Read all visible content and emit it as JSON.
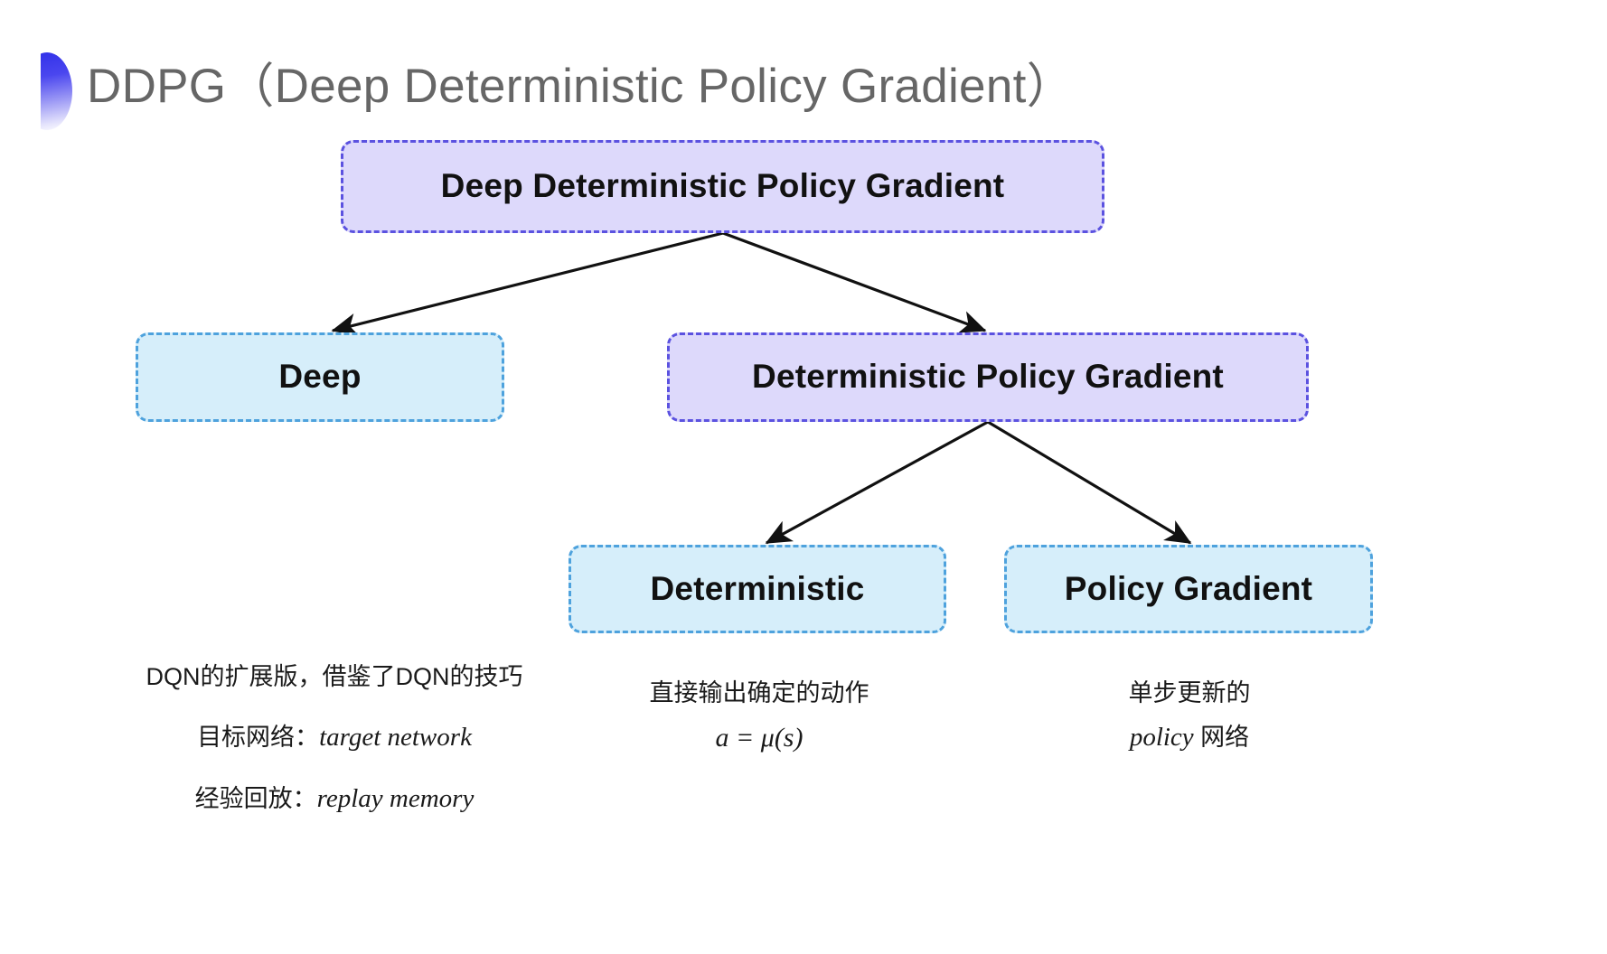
{
  "title": "DDPG（Deep Deterministic Policy Gradient）",
  "colors": {
    "purple_fill": "#ddd9fb",
    "purple_border": "#5b52e0",
    "blue_fill": "#d6eefa",
    "blue_border": "#4ea2dd",
    "title_text": "#666666",
    "arrow": "#111111",
    "background": "#ffffff"
  },
  "diagram": {
    "type": "tree",
    "nodes": {
      "root": "Deep Deterministic Policy Gradient",
      "deep": "Deep",
      "dpg": "Deterministic Policy Gradient",
      "deterministic": "Deterministic",
      "policy_gradient": "Policy Gradient"
    },
    "edges": [
      {
        "from": "root",
        "to": "deep"
      },
      {
        "from": "root",
        "to": "dpg"
      },
      {
        "from": "dpg",
        "to": "deterministic"
      },
      {
        "from": "dpg",
        "to": "policy_gradient"
      }
    ]
  },
  "captions": {
    "deep": {
      "line1": "DQN的扩展版，借鉴了DQN的技巧",
      "line2_label": "目标网络：",
      "line2_term": "target network",
      "line3_label": "经验回放：",
      "line3_term": "replay memory"
    },
    "deterministic": {
      "line1": "直接输出确定的动作",
      "formula": "a = μ(s)"
    },
    "policy_gradient": {
      "line1": "单步更新的",
      "line2_term": "policy",
      "line2_tail": " 网络"
    }
  }
}
